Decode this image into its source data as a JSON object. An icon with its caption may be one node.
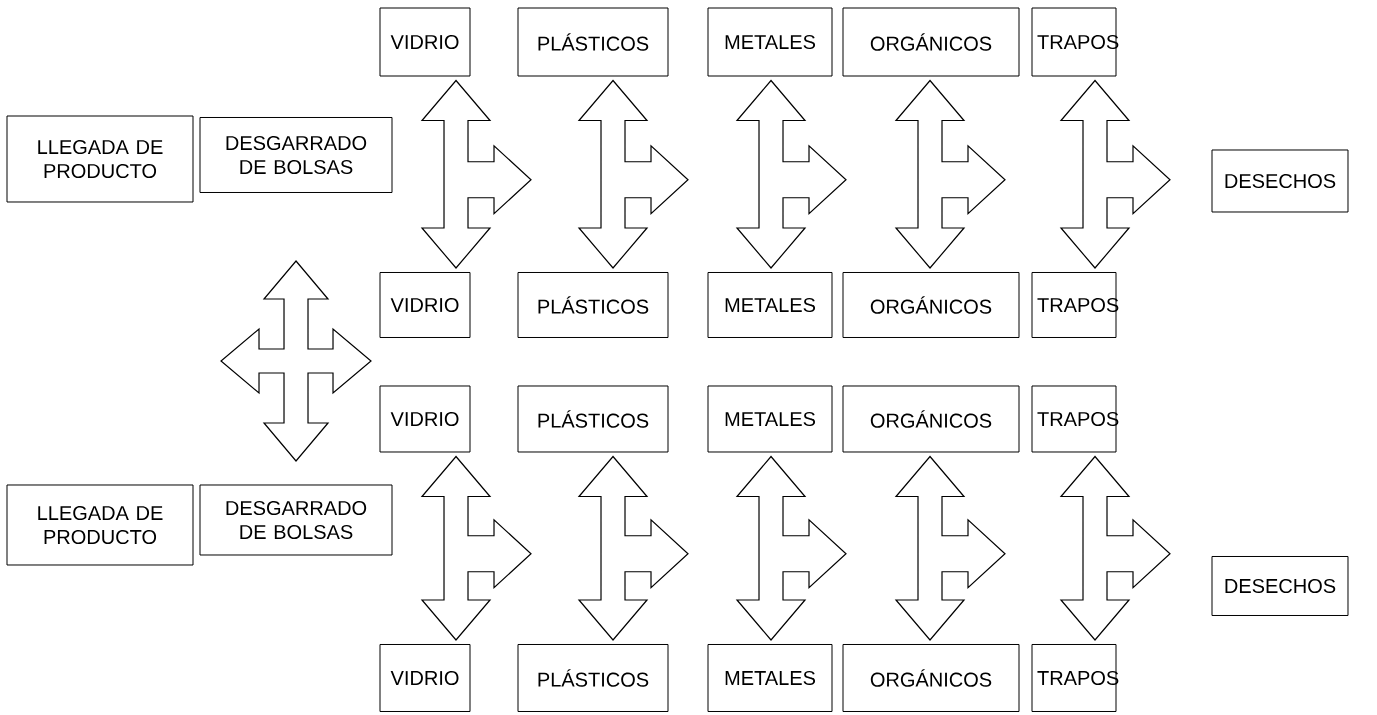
{
  "diagram": {
    "nodes": [
      {
        "text": [
          "VIDRIO"
        ]
      },
      {
        "text": [
          "PLÁSTICOS"
        ]
      },
      {
        "text": [
          "METALES"
        ]
      },
      {
        "text": [
          "ORGÁNICOS"
        ]
      },
      {
        "text": [
          "TRAPOS"
        ]
      },
      {
        "text": [
          "LLEGADA DE PRODUCTO"
        ]
      },
      {
        "text": [
          "DESGARRADO DE BOLSAS"
        ]
      },
      {
        "text": [
          "DESECHOS"
        ]
      },
      {
        "text": [
          "VIDRIO"
        ]
      },
      {
        "text": [
          "PLÁSTICOS"
        ]
      },
      {
        "text": [
          "METALES"
        ]
      },
      {
        "text": [
          "ORGÁNICOS"
        ]
      },
      {
        "text": [
          "TRAPOS"
        ]
      },
      {
        "text": [
          "VIDRIO"
        ]
      },
      {
        "text": [
          "PLÁSTICOS"
        ]
      },
      {
        "text": [
          "METALES"
        ]
      },
      {
        "text": [
          "ORGÁNICOS"
        ]
      },
      {
        "text": [
          "TRAPOS"
        ]
      },
      {
        "text": [
          "LLEGADA DE PRODUCTO"
        ]
      },
      {
        "text": [
          "DESGARRADO DE BOLSAS"
        ]
      },
      {
        "text": [
          "DESECHOS"
        ]
      },
      {
        "text": [
          "VIDRIO"
        ]
      },
      {
        "text": [
          "PLÁSTICOS"
        ]
      },
      {
        "text": [
          "METALES"
        ]
      },
      {
        "text": [
          "ORGÁNICOS"
        ]
      },
      {
        "text": [
          "TRAPOS"
        ]
      }
    ],
    "edges": [
      {
        "from": 0,
        "to": 8,
        "arrow": "both"
      },
      {
        "from": 1,
        "to": 9,
        "arrow": "both"
      },
      {
        "from": 2,
        "to": 10,
        "arrow": "both"
      },
      {
        "from": 3,
        "to": 11,
        "arrow": "both"
      },
      {
        "from": 4,
        "to": 12,
        "arrow": "both"
      },
      {
        "from": 13,
        "to": 21,
        "arrow": "both"
      },
      {
        "from": 14,
        "to": 22,
        "arrow": "both"
      },
      {
        "from": 15,
        "to": 23,
        "arrow": "both"
      },
      {
        "from": 16,
        "to": 24,
        "arrow": "both"
      },
      {
        "from": 17,
        "to": 25,
        "arrow": "both"
      }
    ]
  }
}
